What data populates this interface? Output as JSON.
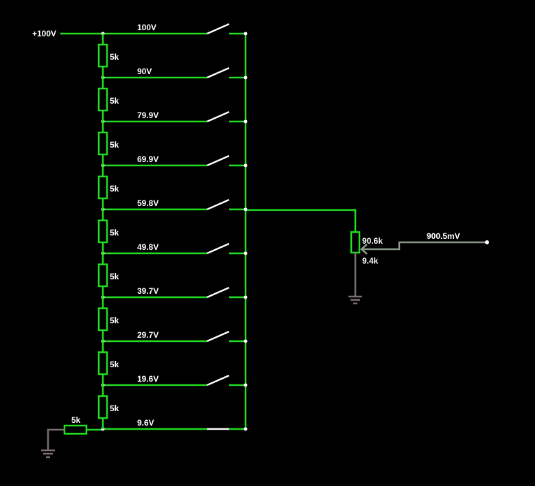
{
  "source": {
    "label": "+100V"
  },
  "taps": [
    {
      "voltage": "100V",
      "closed": false
    },
    {
      "voltage": "90V",
      "closed": false
    },
    {
      "voltage": "79.9V",
      "closed": false
    },
    {
      "voltage": "69.9V",
      "closed": false
    },
    {
      "voltage": "59.8V",
      "closed": false
    },
    {
      "voltage": "49.8V",
      "closed": false
    },
    {
      "voltage": "39.7V",
      "closed": false
    },
    {
      "voltage": "29.7V",
      "closed": false
    },
    {
      "voltage": "19.6V",
      "closed": false
    },
    {
      "voltage": "9.6V",
      "closed": true
    }
  ],
  "ladder_resistors": [
    "5k",
    "5k",
    "5k",
    "5k",
    "5k",
    "5k",
    "5k",
    "5k",
    "5k"
  ],
  "bottom_resistor": {
    "label": "5k"
  },
  "potentiometer": {
    "upper": "90.6k",
    "lower": "9.4k"
  },
  "output": {
    "label": "900.5mV"
  }
}
